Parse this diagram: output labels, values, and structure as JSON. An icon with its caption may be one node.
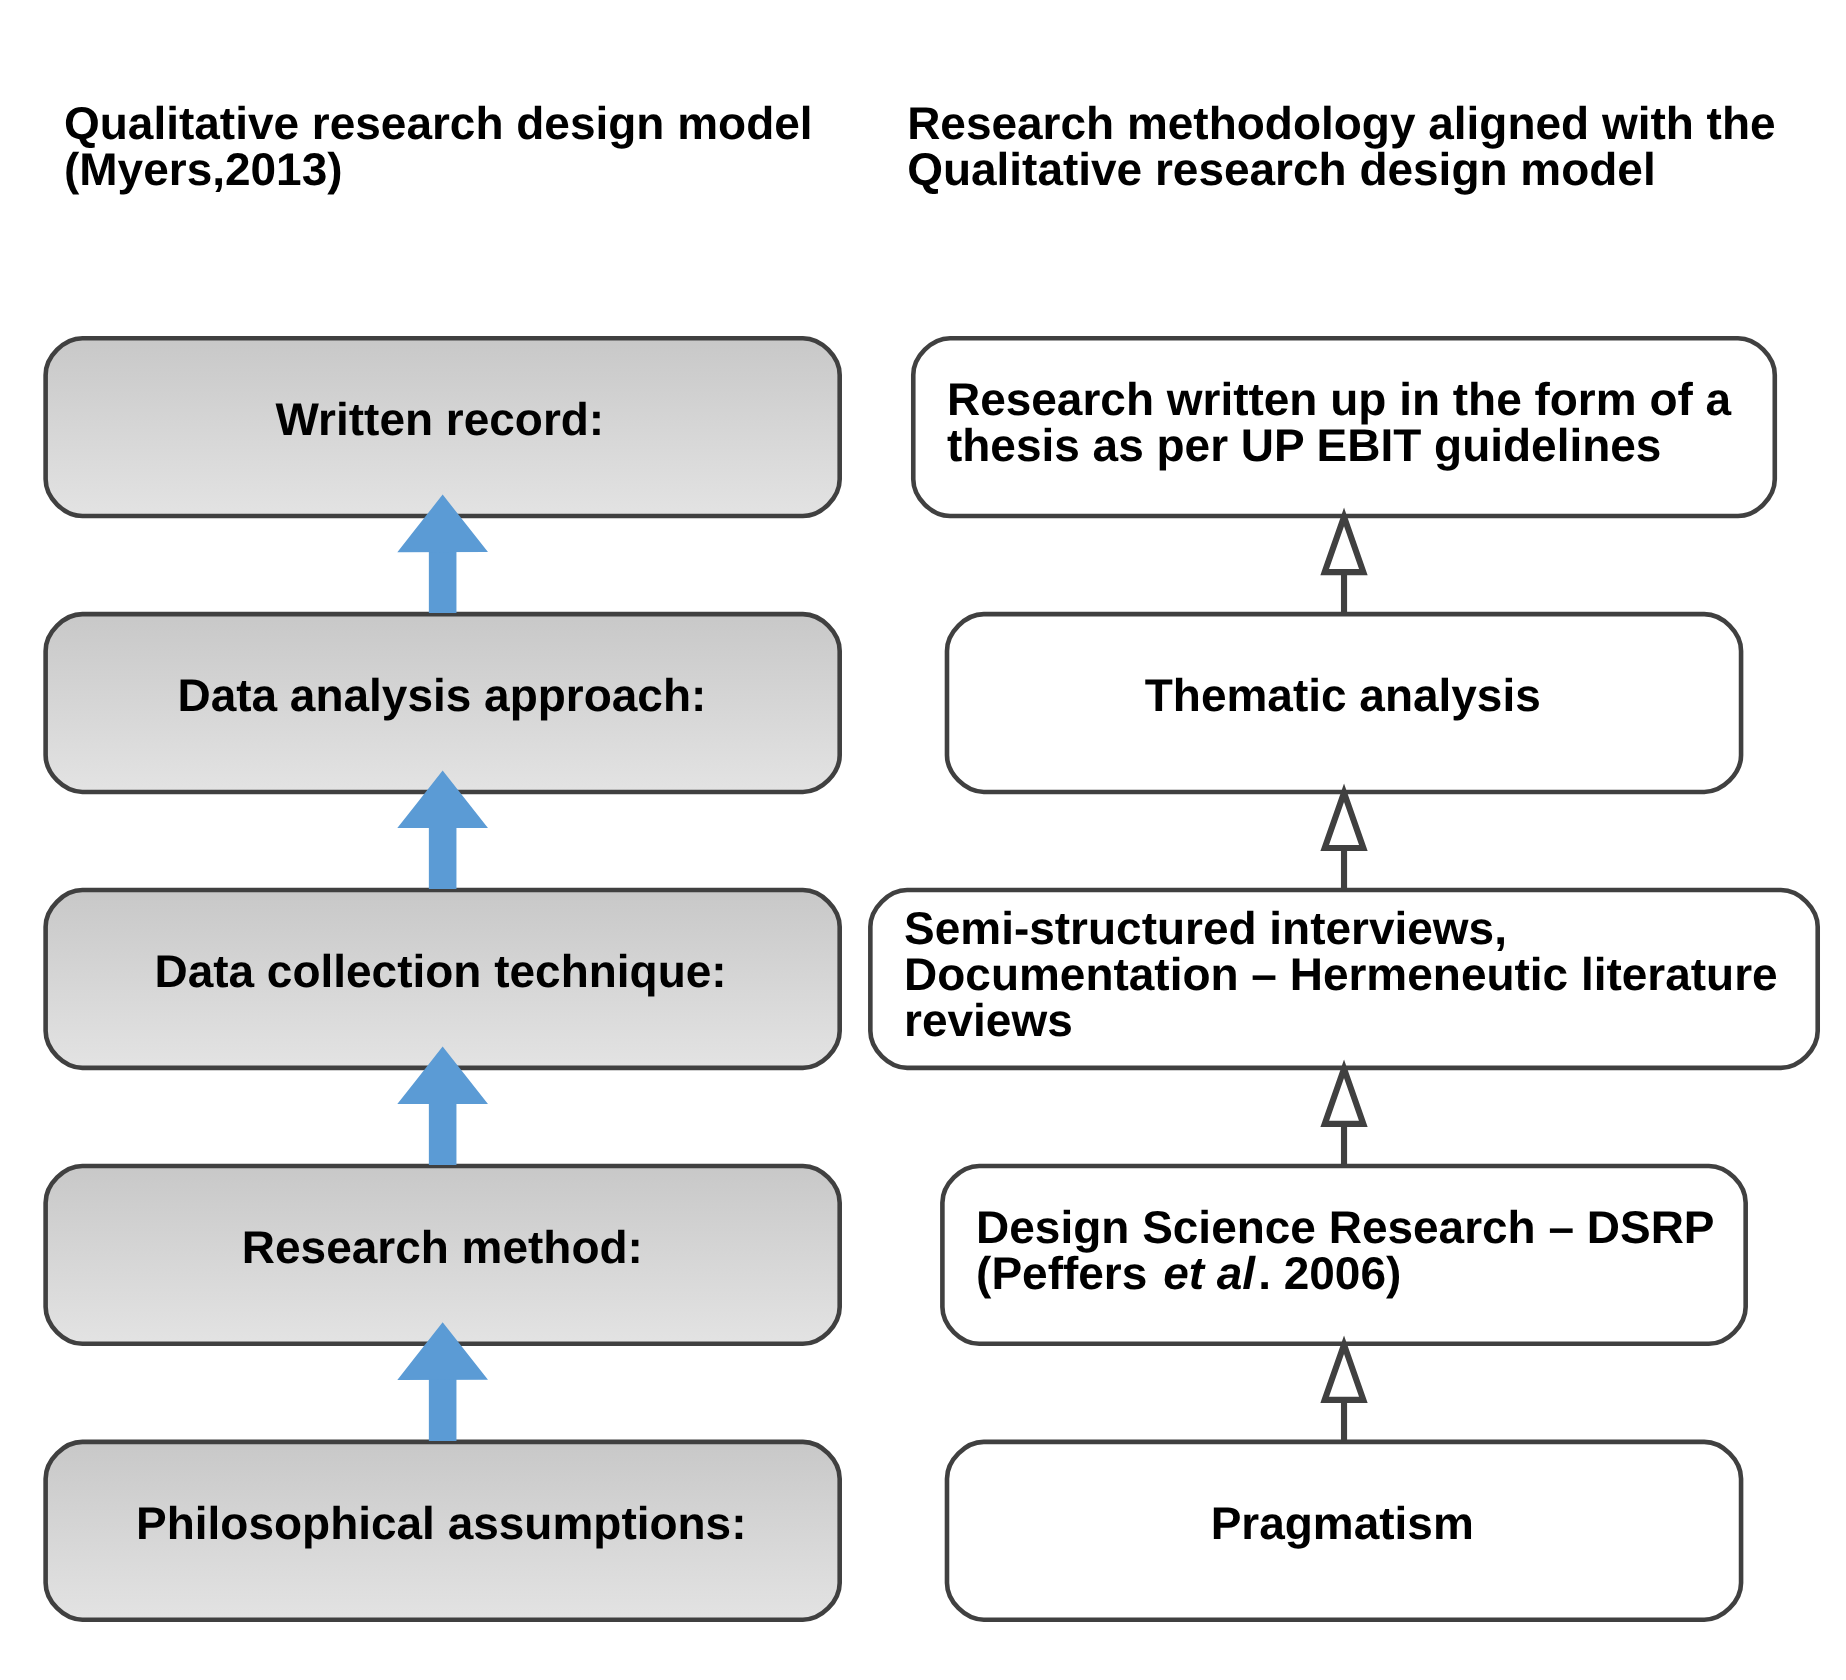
{
  "diagram": {
    "nodes": [
      {
        "text": [
          "Written record:"
        ]
      },
      {
        "text": [
          "Research written up in the form of a thesis as per UP EBIT guidelines"
        ]
      },
      {
        "text": [
          "Data analysis approach:"
        ]
      },
      {
        "text": [
          "Thematic analysis"
        ]
      },
      {
        "text": [
          "Data collection technique:"
        ]
      },
      {
        "text": [
          "Semi-structured interviews, Documentation – Hermeneutic literature reviews"
        ]
      },
      {
        "text": [
          "Research method:"
        ]
      },
      {
        "text": [
          "Design Science Research – DSRP (Peffers *et al*. 2006)"
        ]
      },
      {
        "text": [
          "Philosophical assumptions:"
        ]
      },
      {
        "text": [
          "Pragmatism"
        ]
      }
    ],
    "edges": [
      {
        "from": 8,
        "to": 6,
        "arrow": "to",
        "style": "thick",
        "color": "#5b9bd5"
      },
      {
        "from": 6,
        "to": 4,
        "arrow": "to",
        "style": "thick",
        "color": "#5b9bd5"
      },
      {
        "from": 4,
        "to": 2,
        "arrow": "to",
        "style": "thick",
        "color": "#5b9bd5"
      },
      {
        "from": 2,
        "to": 0,
        "arrow": "to",
        "style": "thick",
        "color": "#5b9bd5"
      },
      {
        "from": 9,
        "to": 7,
        "arrow": "to",
        "color": "#404040"
      },
      {
        "from": 7,
        "to": 5,
        "arrow": "to",
        "color": "#404040"
      },
      {
        "from": 5,
        "to": 3,
        "arrow": "to",
        "color": "#404040"
      },
      {
        "from": 3,
        "to": 1,
        "arrow": "to",
        "color": "#404040"
      }
    ],
    "labels": [
      "Qualitative research design model (Myers,2013)",
      "Research methodology aligned with the Qualitative research design model"
    ]
  }
}
